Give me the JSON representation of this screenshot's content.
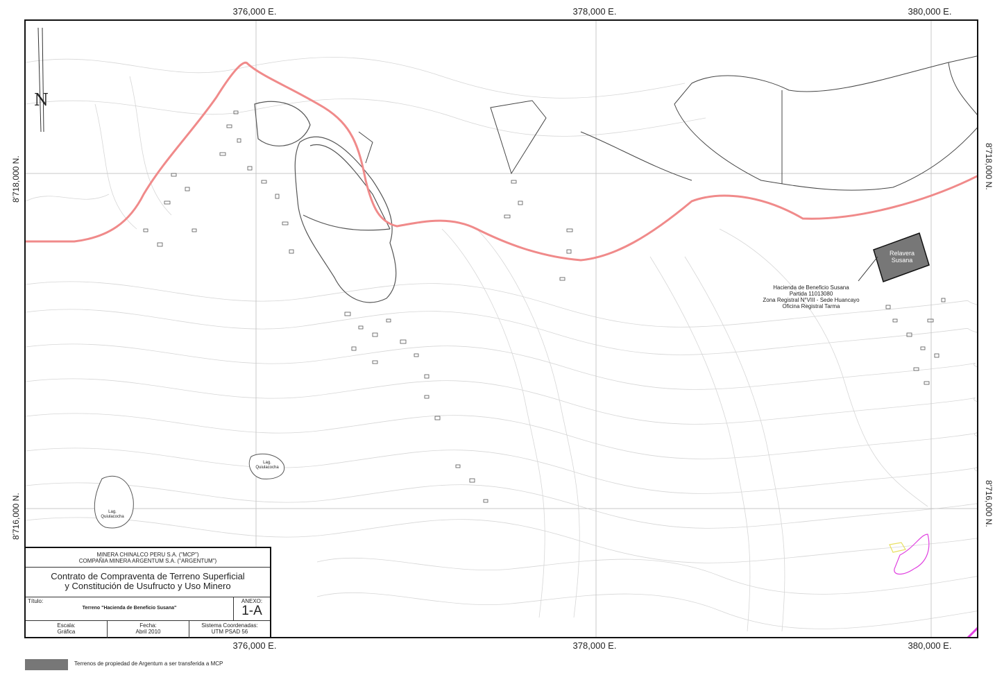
{
  "grid": {
    "easting_top": [
      "376,000 E.",
      "378,000 E.",
      "380,000 E."
    ],
    "easting_bottom": [
      "376,000 E.",
      "378,000 E.",
      "380,000 E."
    ],
    "northing_left": [
      "8'718,000 N.",
      "8'716,000 N."
    ],
    "northing_right": [
      "8'718,000 N.",
      "8'716,000 N."
    ]
  },
  "north_label": "N",
  "parcel": {
    "name": "Relavera Susana",
    "name_line1": "Relavera",
    "name_line2": "Susana",
    "fill": "#777777"
  },
  "annotation": {
    "line1": "Hacienda de Beneficio Susana",
    "line2": "Partida 11013080",
    "line3": "Zona Registral N°VIII - Sede Huancayo",
    "line4": "Oficina Registral Tarma"
  },
  "lakes": [
    {
      "name_line1": "Lag.",
      "name_line2": "Quiulacocha"
    },
    {
      "name_line1": "Lag.",
      "name_line2": "Quiulacocha"
    }
  ],
  "title_block": {
    "company1": "MINERA CHINALCO PERU S.A. (\"MCP\")",
    "company2": "COMPAÑIA MINERA ARGENTUM S.A. (\"ARGENTUM\")",
    "contract_line1": "Contrato de Compraventa de Terreno Superficial",
    "contract_line2": "y Constitución de Usufructo y Uso Minero",
    "titulo_label": "Título:",
    "titulo_value": "Terreno \"Hacienda de Beneficio Susana\"",
    "anexo_label": "ANEXO:",
    "anexo_value": "1-A",
    "escala_label": "Escala:",
    "escala_value": "Gráfica",
    "fecha_label": "Fecha:",
    "fecha_value": "Abril 2010",
    "sistema_label": "Sistema Coordenadas:",
    "sistema_value": "UTM PSAD 56"
  },
  "legend": {
    "text": "Terrenos de propiedad de Argentum a ser transferida a MCP",
    "swatch_color": "#777777"
  },
  "colors": {
    "road": "#f08a8a",
    "contour": "#cfcfcf",
    "grid": "#c8c8c8",
    "magenta": "#e040e0",
    "yellow": "#e8e060"
  }
}
